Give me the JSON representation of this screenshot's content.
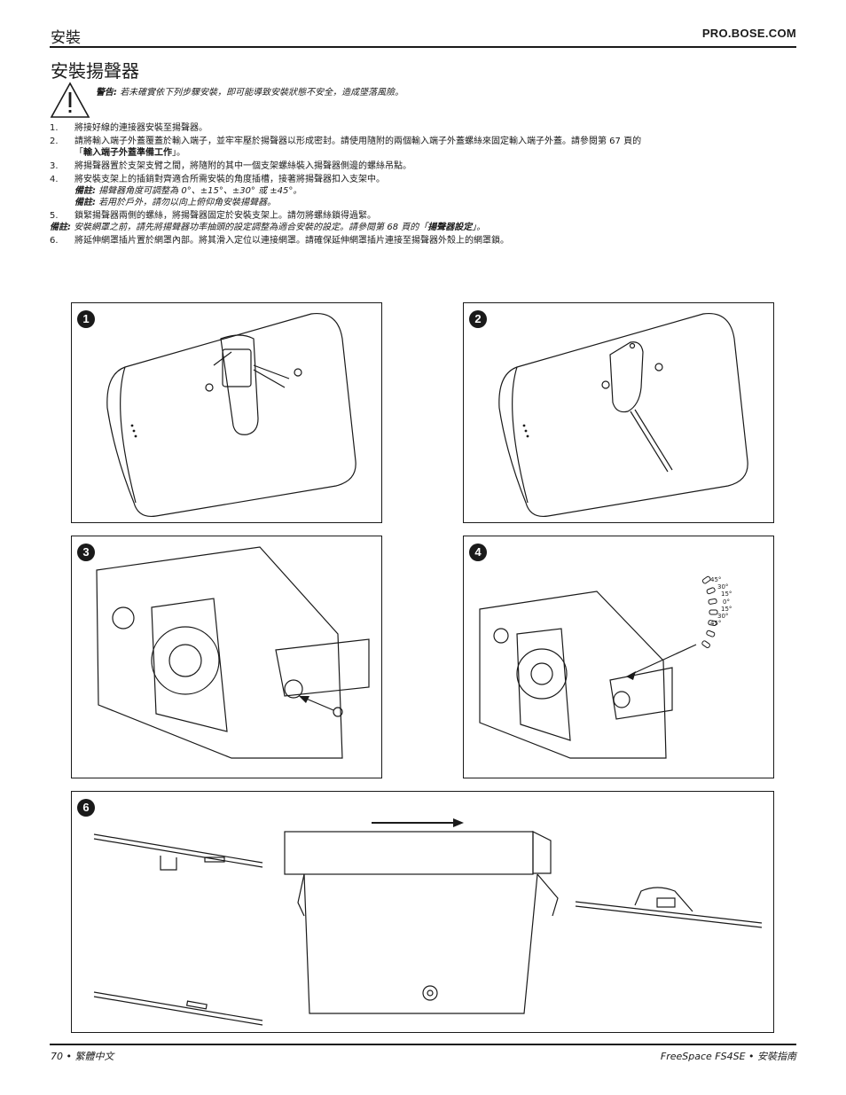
{
  "header": {
    "section": "安裝",
    "site": "PRO.BOSE.COM"
  },
  "title": "安裝揚聲器",
  "warning": {
    "label": "警告:",
    "text": "若未確實依下列步驟安裝，即可能導致安裝狀態不安全，造成墜落風險。"
  },
  "steps": [
    {
      "num": "1.",
      "text": "將接好線的連接器安裝至揚聲器。"
    },
    {
      "num": "2.",
      "text": "請將輸入端子外蓋覆蓋於輸入端子，並牢牢壓於揚聲器以形成密封。請使用隨附的兩個輸入端子外蓋螺絲來固定輸入端子外蓋。請參閱第 67 頁的",
      "text2_pre": "「",
      "text2_bold": "輸入端子外蓋準備工作",
      "text2_post": "」。"
    },
    {
      "num": "3.",
      "text": "將揚聲器置於支架支臂之間，將隨附的其中一個支架螺絲裝入揚聲器側邊的螺絲吊點。"
    },
    {
      "num": "4.",
      "text": "將安裝支架上的插銷對齊適合所需安裝的角度插槽，接著將揚聲器扣入支架中。",
      "notes": [
        {
          "label": "備註:",
          "text": "揚聲器角度可調整為 0°、±15°、±30° 或 ±45°。"
        },
        {
          "label": "備註:",
          "text": "若用於戶外，請勿以向上俯仰角安裝揚聲器。"
        }
      ]
    },
    {
      "num": "5.",
      "text": "鎖緊揚聲器兩側的螺絲，將揚聲器固定於安裝支架上。請勿將螺絲鎖得過緊。"
    }
  ],
  "grille_note": {
    "label": "備註:",
    "text": "安裝網罩之前，請先將揚聲器功率抽頭的設定調整為適合安裝的設定。請參閱第 68 頁的「",
    "bold": "揚聲器設定",
    "post": "」。"
  },
  "step6": {
    "num": "6.",
    "text": "將延伸網罩插片置於網罩內部。將其滑入定位以連接網罩。請確保延伸網罩插片連接至揚聲器外殼上的網罩鎖。"
  },
  "figures": [
    {
      "badge": "1"
    },
    {
      "badge": "2"
    },
    {
      "badge": "3"
    },
    {
      "badge": "4"
    },
    {
      "badge": "6"
    }
  ],
  "angle_labels": [
    "45°",
    "30°",
    "15°",
    "0°",
    "15°",
    "30°",
    "45°"
  ],
  "footer": {
    "left": "70 • 繁體中文",
    "right": "FreeSpace FS4SE • 安裝指南"
  }
}
